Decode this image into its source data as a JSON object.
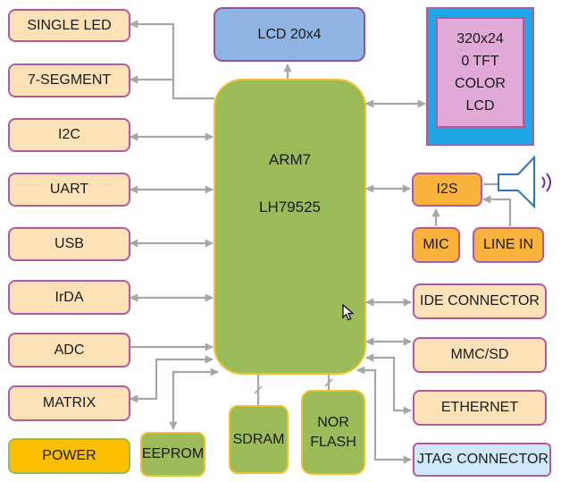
{
  "diagram": {
    "title": "ARM7 LH79525 block diagram",
    "cpu": {
      "line1": "ARM7",
      "line2": "LH79525"
    },
    "left_peripherals": [
      {
        "id": "single-led",
        "label": "SINGLE LED",
        "direction": "out"
      },
      {
        "id": "7-segment",
        "label": "7-SEGMENT",
        "direction": "out"
      },
      {
        "id": "i2c",
        "label": "I2C",
        "direction": "bidirectional"
      },
      {
        "id": "uart",
        "label": "UART",
        "direction": "bidirectional"
      },
      {
        "id": "usb",
        "label": "USB",
        "direction": "bidirectional"
      },
      {
        "id": "irda",
        "label": "IrDA",
        "direction": "bidirectional"
      },
      {
        "id": "adc",
        "label": "ADC",
        "direction": "in"
      },
      {
        "id": "matrix",
        "label": "MATRIX",
        "direction": "bidirectional"
      }
    ],
    "power": {
      "label": "POWER"
    },
    "memory": [
      {
        "id": "eeprom",
        "label": "EEPROM"
      },
      {
        "id": "sdram",
        "label": "SDRAM"
      },
      {
        "id": "nor-flash",
        "label": "NOR\nFLASH"
      }
    ],
    "top_display": {
      "label": "LCD 20x4"
    },
    "tft_display": {
      "label": "320x24\n0 TFT\nCOLOR\nLCD"
    },
    "audio": {
      "i2s": "I2S",
      "mic": "MIC",
      "line_in": "LINE IN",
      "speaker_icon": "speaker-icon"
    },
    "right_peripherals": [
      {
        "id": "ide-connector",
        "label": "IDE CONNECTOR"
      },
      {
        "id": "mmc-sd",
        "label": "MMC/SD"
      },
      {
        "id": "ethernet",
        "label": "ETHERNET"
      },
      {
        "id": "jtag-connector",
        "label": "JTAG CONNECTOR"
      }
    ],
    "colors": {
      "peripheral_fill": "#fde2b7",
      "peripheral_border": "#b5589f",
      "cpu_fill": "#9bbb59",
      "cpu_border": "#f2c12e",
      "audio_fill": "#f9b23c",
      "power_fill": "#fcbf00",
      "lcd20_fill": "#8eb4e3",
      "tft_outer": "#1ea7e4",
      "tft_inner": "#e0a9d8",
      "jtag_fill": "#cfe9fb",
      "arrow": "#a6a6a6",
      "speaker": "#2e75b6",
      "sound_wave": "#7030a0"
    }
  }
}
